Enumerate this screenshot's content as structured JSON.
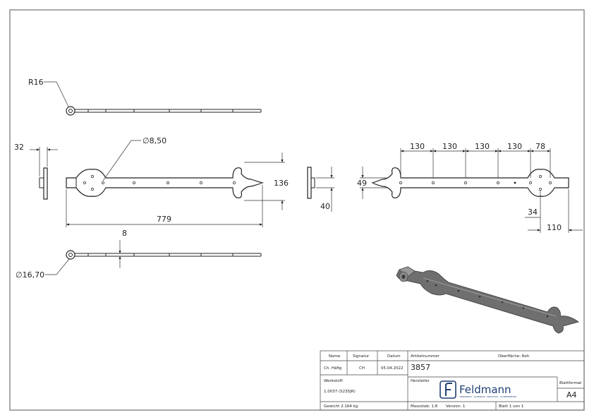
{
  "dimensions": {
    "r16": "R16",
    "d850": "∅8,50",
    "d1670": "∅16,70",
    "w32": "32",
    "w40": "40",
    "h136": "136",
    "h49": "49",
    "l779": "779",
    "t8": "8",
    "sp1": "130",
    "sp2": "130",
    "sp3": "130",
    "sp4": "130",
    "sp5": "78",
    "e34": "34",
    "e110": "110"
  },
  "title_block": {
    "name_label": "Name",
    "signatur_label": "Signatur",
    "datum_label": "Datum",
    "artikel_label": "Artikelnummer",
    "oberflaeche_label": "Oberfläche: Roh",
    "name_value": "Ch. Häfig",
    "signatur_value": "CH",
    "datum_value": "05.04.2022",
    "artikel_value": "3857",
    "werkstoff_label": "Werkstoff:",
    "werkstoff_value": "1.0037 (S235JR)",
    "hersteller_label": "Hersteller",
    "logo_text": "Feldmann",
    "logo_tagline": "SONDERBAU · ALUMINIUM · EDELSTAHL · SCHMIEDEEISEN",
    "blattformat_label": "Blattformat",
    "blattformat_value": "A4",
    "gewicht": "Gewicht 2.164 kg",
    "massstab": "Massstab: 1:8",
    "version": "Version: 1",
    "blatt": "Blatt 1 von 1"
  }
}
